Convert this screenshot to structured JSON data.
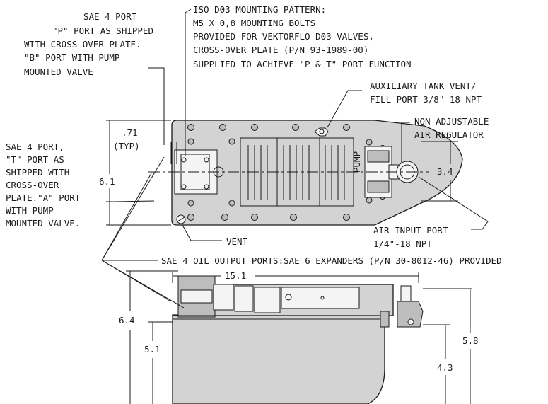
{
  "callouts": {
    "sae4_port_p_lines": [
      "SAE 4 PORT",
      "\"P\" PORT AS SHIPPED",
      "WITH CROSS-OVER PLATE.",
      "\"B\" PORT WITH PUMP",
      "MOUNTED VALVE"
    ],
    "iso_d03_lines": [
      "ISO D03 MOUNTING PATTERN:",
      "M5 X 0,8 MOUNTING BOLTS",
      "PROVIDED FOR VEKTORFLO D03 VALVES,",
      "CROSS-OVER PLATE (P/N 93-1989-00)",
      "SUPPLIED TO ACHIEVE \"P & T\" PORT FUNCTION"
    ],
    "aux_tank_vent_lines": [
      "AUXILIARY TANK VENT/",
      "FILL PORT 3/8\"-18 NPT"
    ],
    "air_regulator_lines": [
      "NON-ADJUSTABLE",
      "AIR REGULATOR"
    ],
    "sae4_port_t_lines": [
      "SAE 4 PORT,",
      "\"T\" PORT AS",
      "SHIPPED WITH",
      "CROSS-OVER",
      "PLATE.\"A\" PORT",
      "WITH PUMP",
      "MOUNTED VALVE."
    ],
    "vent": "VENT",
    "air_input_lines": [
      "AIR INPUT PORT",
      "1/4\"-18 NPT"
    ],
    "oil_output": "SAE 4 OIL OUTPUT PORTS:SAE 6 EXPANDERS (P/N 30-8012-46) PROVIDED",
    "pump_label": "PUMP"
  },
  "dimensions": {
    "top_port_offset": ".71",
    "typ": "(TYP)",
    "top_height": "6.1",
    "top_regulator_height": "3.4",
    "overall_length": "15.1",
    "side_height": "6.4",
    "side_port_height": "5.1",
    "side_right_height": "5.8",
    "side_right_port_height": "4.3"
  }
}
